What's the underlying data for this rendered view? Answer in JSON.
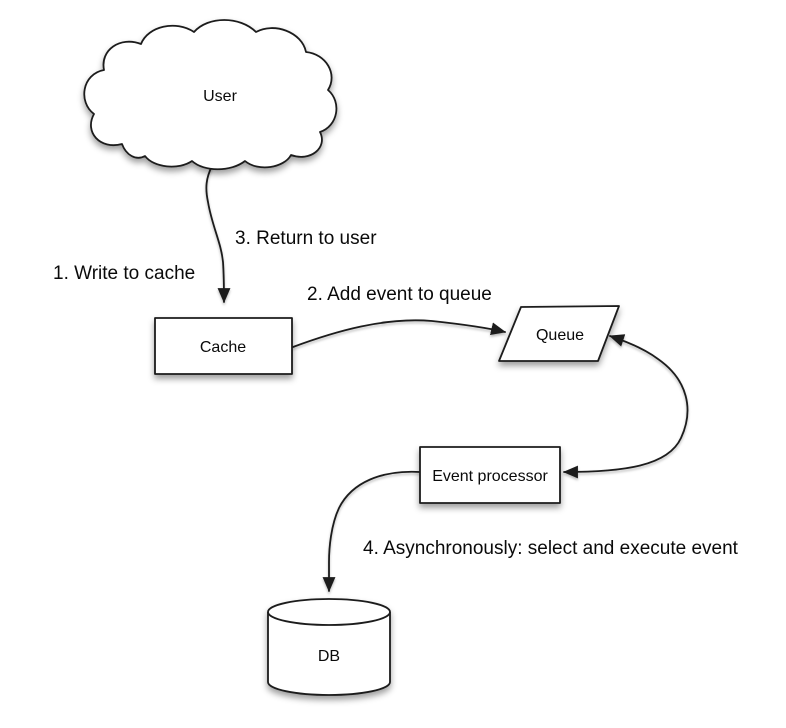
{
  "diagram": {
    "background_color": "#ffffff",
    "stroke_color": "#1c1c1c",
    "shape_fill_color": "#ffffff",
    "text_color": "#0a0a0a",
    "nodes": {
      "user": {
        "label": "User",
        "shape": "cloud"
      },
      "cache": {
        "label": "Cache",
        "shape": "rectangle"
      },
      "queue": {
        "label": "Queue",
        "shape": "parallelogram"
      },
      "event_processor": {
        "label": "Event processor",
        "shape": "rectangle"
      },
      "db": {
        "label": "DB",
        "shape": "cylinder"
      }
    },
    "edge_labels": {
      "step1": "1. Write to cache",
      "step2": "2. Add event to queue",
      "step3": "3. Return to user",
      "step4": "4. Asynchronously: select and execute event"
    },
    "edges": [
      {
        "from": "user",
        "to": "cache",
        "style": "arrow",
        "labels": [
          "step1",
          "step3"
        ]
      },
      {
        "from": "cache",
        "to": "queue",
        "style": "arrow",
        "labels": [
          "step2"
        ]
      },
      {
        "from": "queue",
        "to": "event_processor",
        "style": "double-arrow",
        "labels": []
      },
      {
        "from": "event_processor",
        "to": "db",
        "style": "arrow",
        "labels": [
          "step4"
        ]
      }
    ]
  }
}
